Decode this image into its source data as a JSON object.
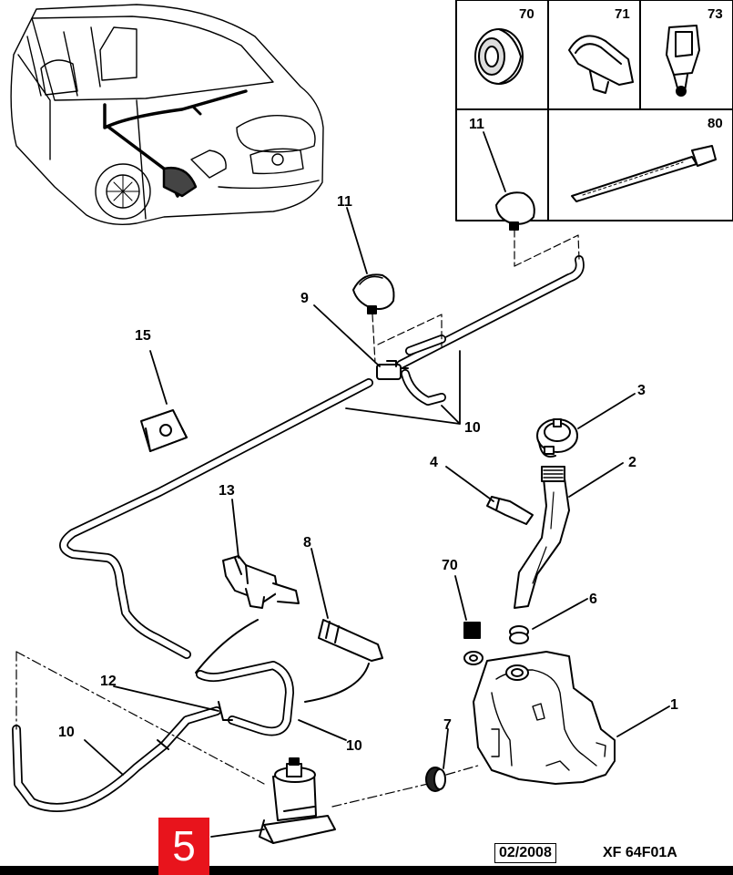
{
  "callouts": {
    "c1": "1",
    "c2": "2",
    "c3": "3",
    "c4": "4",
    "c5": "5",
    "c6": "6",
    "c7": "7",
    "c8": "8",
    "c9": "9",
    "c10a": "10",
    "c10b": "10",
    "c10c": "10",
    "c11a": "11",
    "c11b": "11",
    "c12": "12",
    "c13": "13",
    "c15": "15",
    "c70": "70"
  },
  "inset": {
    "i70": "70",
    "i71": "71",
    "i73": "73",
    "i80": "80"
  },
  "footer": {
    "date": "02/2008",
    "ref": "XF 64F01A"
  },
  "badge": {
    "number": "5"
  },
  "colors": {
    "badge_bg": "#e8141c",
    "line": "#000000"
  }
}
